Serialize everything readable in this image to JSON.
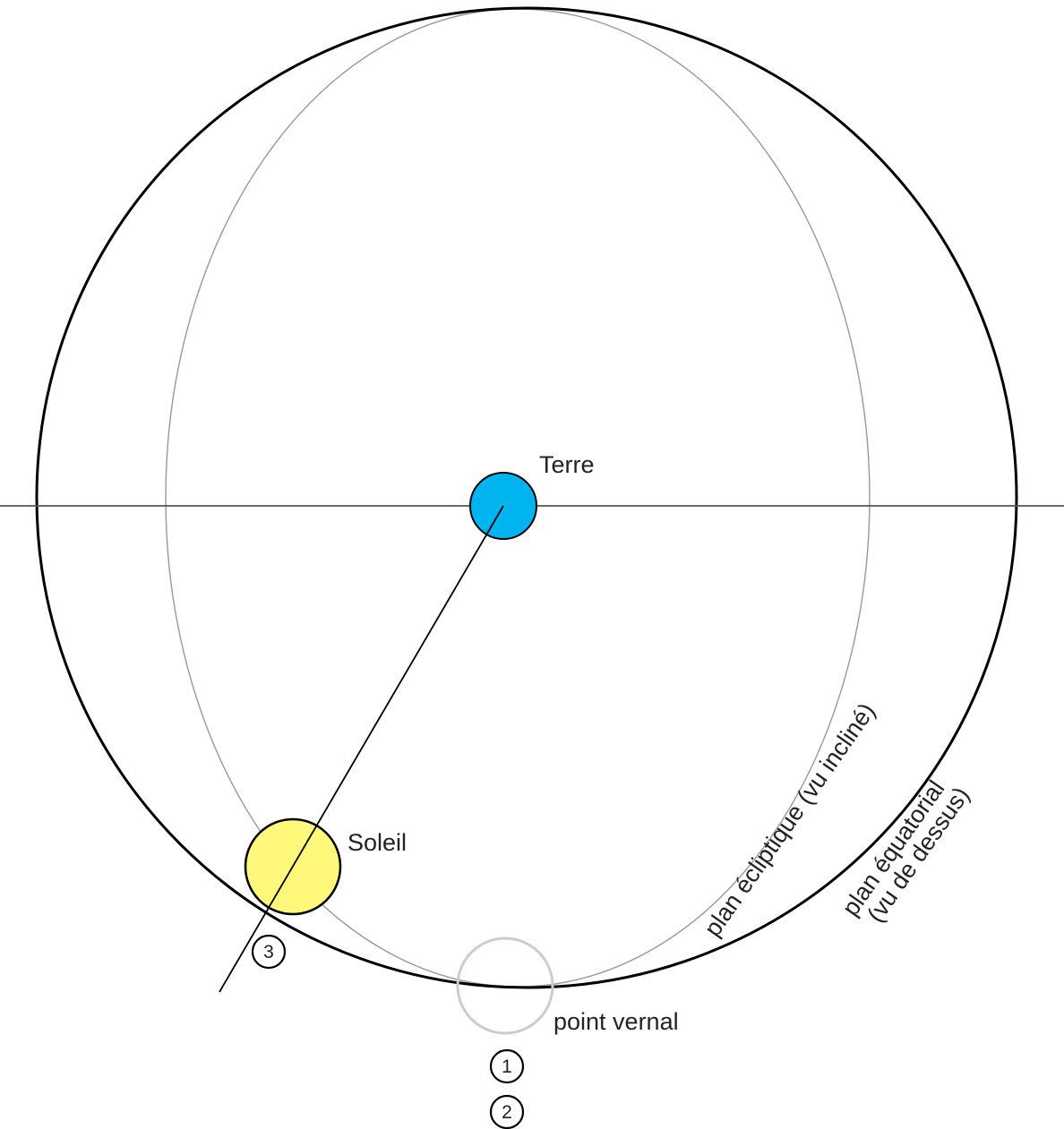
{
  "labels": {
    "earth": "Terre",
    "sun": "Soleil",
    "vernal_point": "point vernal",
    "ecliptic_plane": "plan écliptique (vu incliné)",
    "equatorial_plane_line1": "plan équatorial",
    "equatorial_plane_line2": "(vu de dessus)"
  },
  "markers": {
    "m1": "1",
    "m2": "2",
    "m3": "3"
  },
  "colors": {
    "earth_fill": "#00b4f0",
    "sun_fill": "#fff87a",
    "vernal_outline": "#cccccc",
    "equator_stroke": "#000000",
    "ecliptic_stroke": "#999999",
    "axis_stroke": "#555555"
  }
}
